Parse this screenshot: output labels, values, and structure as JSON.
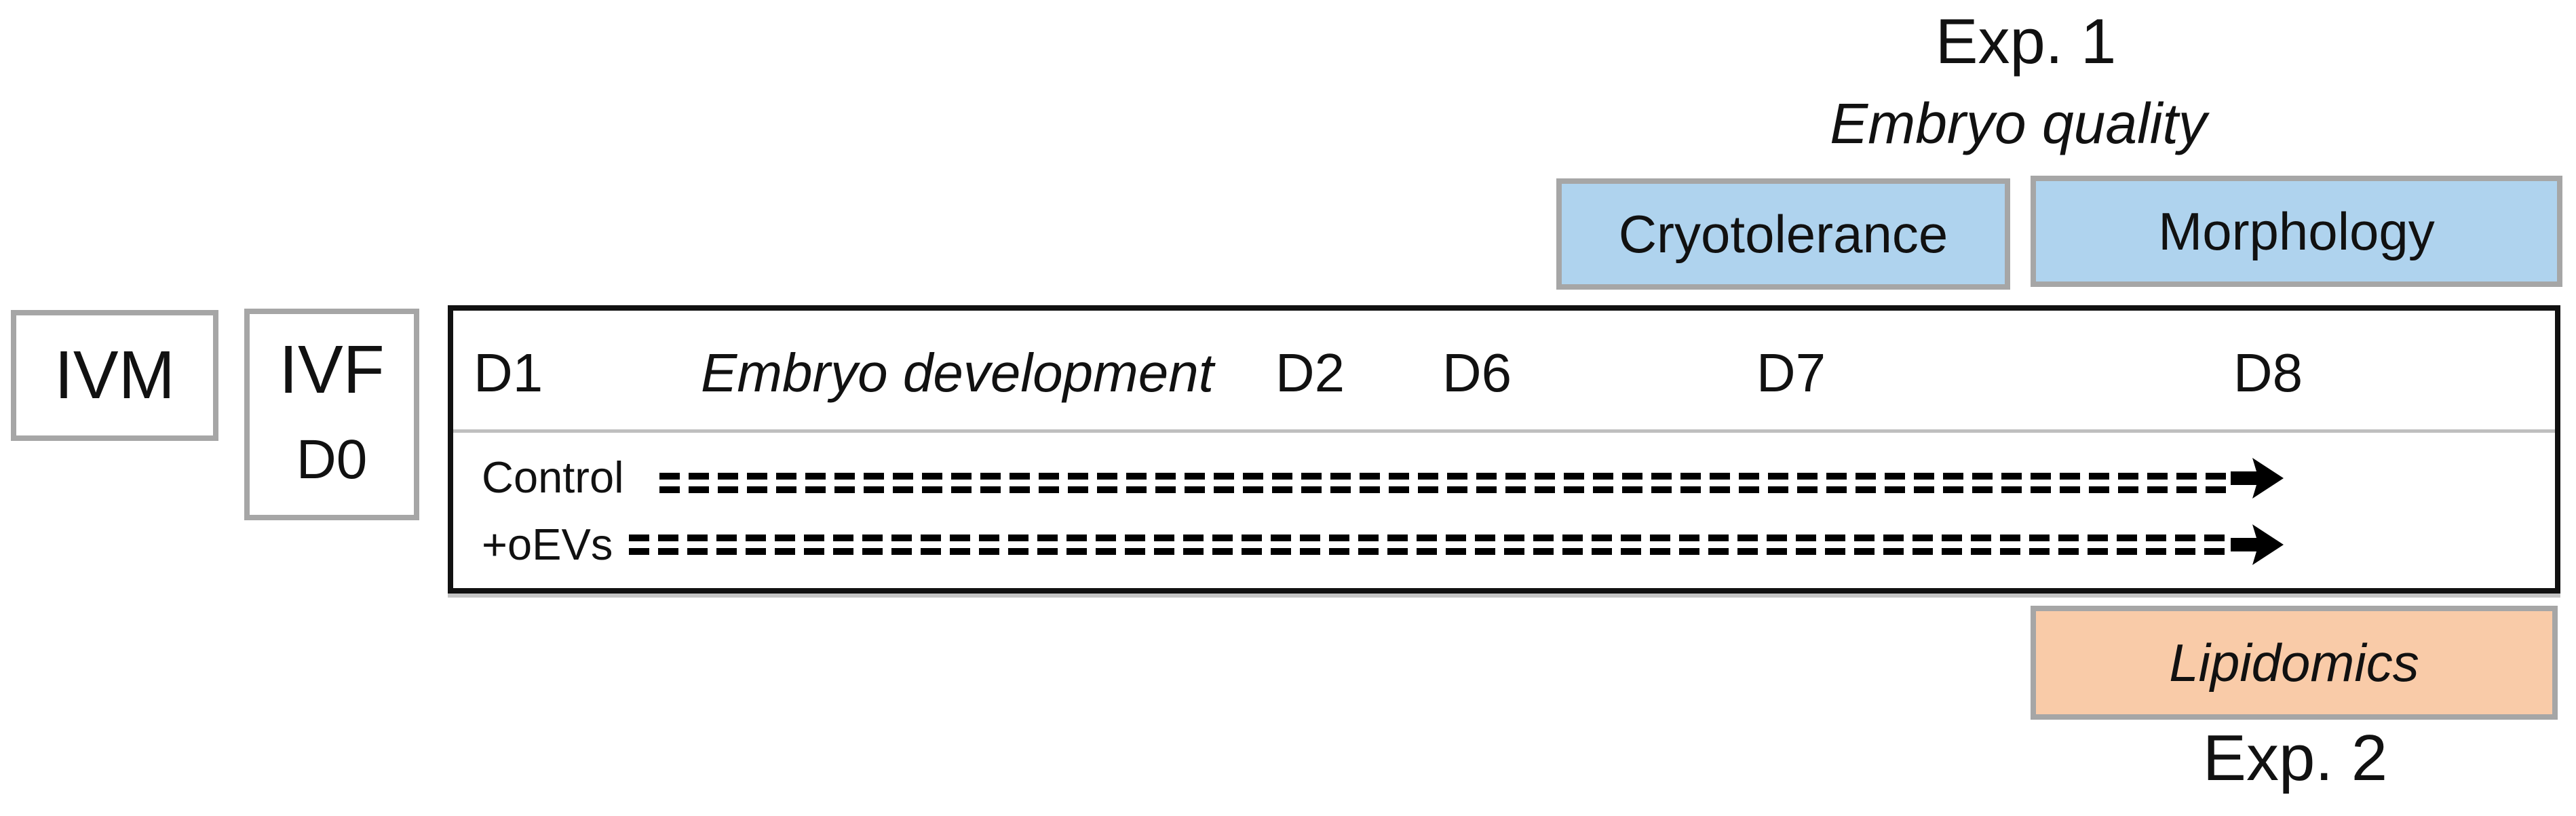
{
  "experiment1": {
    "title": "Exp. 1",
    "subtitle": "Embryo quality",
    "boxes": {
      "cryotolerance": "Cryotolerance",
      "morphology": "Morphology"
    }
  },
  "experiment2": {
    "title": "Exp. 2",
    "boxes": {
      "lipidomics": "Lipidomics"
    }
  },
  "pre_steps": {
    "ivm": "IVM",
    "ivf": "IVF",
    "ivf_day": "D0"
  },
  "timeline": {
    "phase_label": "Embryo development",
    "days": [
      "D1",
      "D2",
      "D6",
      "D7",
      "D8"
    ]
  },
  "groups": [
    {
      "label": "Control"
    },
    {
      "label": "+oEVs"
    }
  ],
  "colors": {
    "blue_fill": "#afd3ee",
    "orange_fill": "#f9cba8",
    "gray_border": "#a6a6a6",
    "black_border": "#111111"
  }
}
